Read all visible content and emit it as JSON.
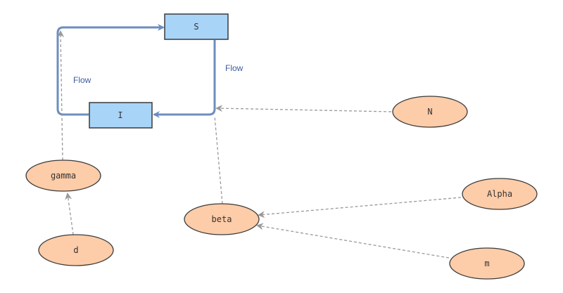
{
  "diagram": {
    "stocks": [
      {
        "id": "S",
        "label": "S"
      },
      {
        "id": "I",
        "label": "I"
      }
    ],
    "flows": [
      {
        "id": "flow-left",
        "label": "Flow",
        "from": "I",
        "to": "S"
      },
      {
        "id": "flow-right",
        "label": "Flow",
        "from": "S",
        "to": "I"
      }
    ],
    "variables": [
      {
        "id": "N",
        "label": "N"
      },
      {
        "id": "gamma",
        "label": "gamma"
      },
      {
        "id": "beta",
        "label": "beta"
      },
      {
        "id": "Alpha",
        "label": "Alpha"
      },
      {
        "id": "d",
        "label": "d"
      },
      {
        "id": "m",
        "label": "m"
      }
    ],
    "links": [
      {
        "from": "N",
        "to": "flow-right"
      },
      {
        "from": "beta",
        "to": "flow-right"
      },
      {
        "from": "gamma",
        "to": "flow-left"
      },
      {
        "from": "d",
        "to": "gamma"
      },
      {
        "from": "Alpha",
        "to": "beta"
      },
      {
        "from": "m",
        "to": "beta"
      }
    ],
    "colors": {
      "stock_fill": "#a8d4f8",
      "stock_stroke": "#3a3a3a",
      "variable_fill": "#fdcca8",
      "variable_stroke": "#3a3a3a",
      "flow_stroke": "#6c8ebf",
      "link_stroke": "#999999",
      "flow_label": "#3c5c9c"
    }
  }
}
